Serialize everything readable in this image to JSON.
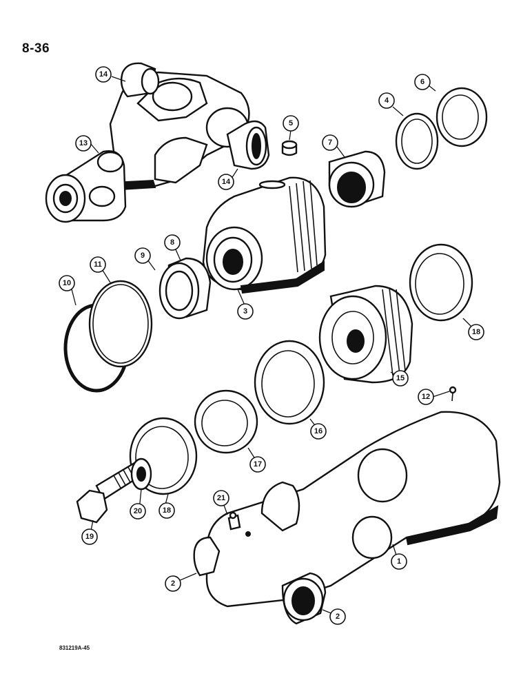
{
  "page": {
    "number": "8-36",
    "figure_code": "831219A-45"
  },
  "callouts": [
    {
      "id": "c14a",
      "label": "14"
    },
    {
      "id": "c14b",
      "label": "14"
    },
    {
      "id": "c13",
      "label": "13"
    },
    {
      "id": "c5",
      "label": "5"
    },
    {
      "id": "c7",
      "label": "7"
    },
    {
      "id": "c4",
      "label": "4"
    },
    {
      "id": "c6",
      "label": "6"
    },
    {
      "id": "c8",
      "label": "8"
    },
    {
      "id": "c9",
      "label": "9"
    },
    {
      "id": "c11",
      "label": "11"
    },
    {
      "id": "c10",
      "label": "10"
    },
    {
      "id": "c3",
      "label": "3"
    },
    {
      "id": "c18a",
      "label": "18"
    },
    {
      "id": "c15",
      "label": "15"
    },
    {
      "id": "c12",
      "label": "12"
    },
    {
      "id": "c16",
      "label": "16"
    },
    {
      "id": "c17",
      "label": "17"
    },
    {
      "id": "c18b",
      "label": "18"
    },
    {
      "id": "c20",
      "label": "20"
    },
    {
      "id": "c19",
      "label": "19"
    },
    {
      "id": "c21",
      "label": "21"
    },
    {
      "id": "c1",
      "label": "1"
    },
    {
      "id": "c2a",
      "label": "2"
    },
    {
      "id": "c2b",
      "label": "2"
    }
  ]
}
